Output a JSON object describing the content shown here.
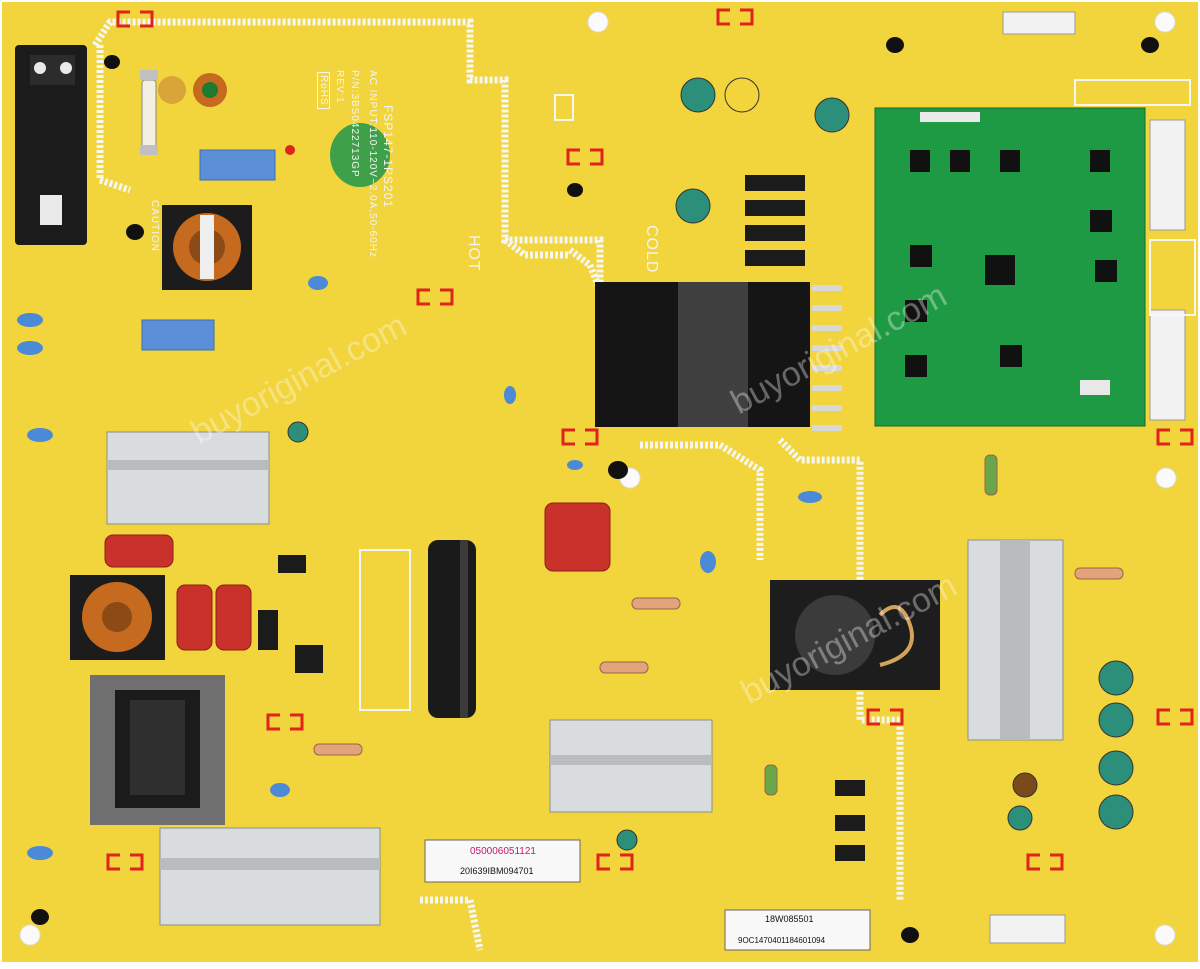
{
  "silkscreen": {
    "model": "FSP147-1PS201",
    "rating": "AC INPUT:110-120V~2.0A,50-60Hz",
    "part_number": "P/N:3BS0422713GP",
    "rev": "REV:1",
    "rohs": "RoHS",
    "hot": "HOT",
    "cold": "COLD",
    "caution": "CAUTION"
  },
  "labels": {
    "barcode_1": "050006051121",
    "barcode_1_sub": "20I639IBM094701",
    "barcode_2": "18W085501",
    "barcode_2_sub": "9OC1470401184601094"
  },
  "watermarks": [
    "buyoriginal.com",
    "buyoriginal.com",
    "buyoriginal.com"
  ],
  "colors": {
    "pcb": "#f2d43c",
    "silk": "#f6f6f2",
    "green_pcb": "#1f9a44",
    "heatsink": "#d9dcde",
    "marker_red": "#e0231c"
  }
}
